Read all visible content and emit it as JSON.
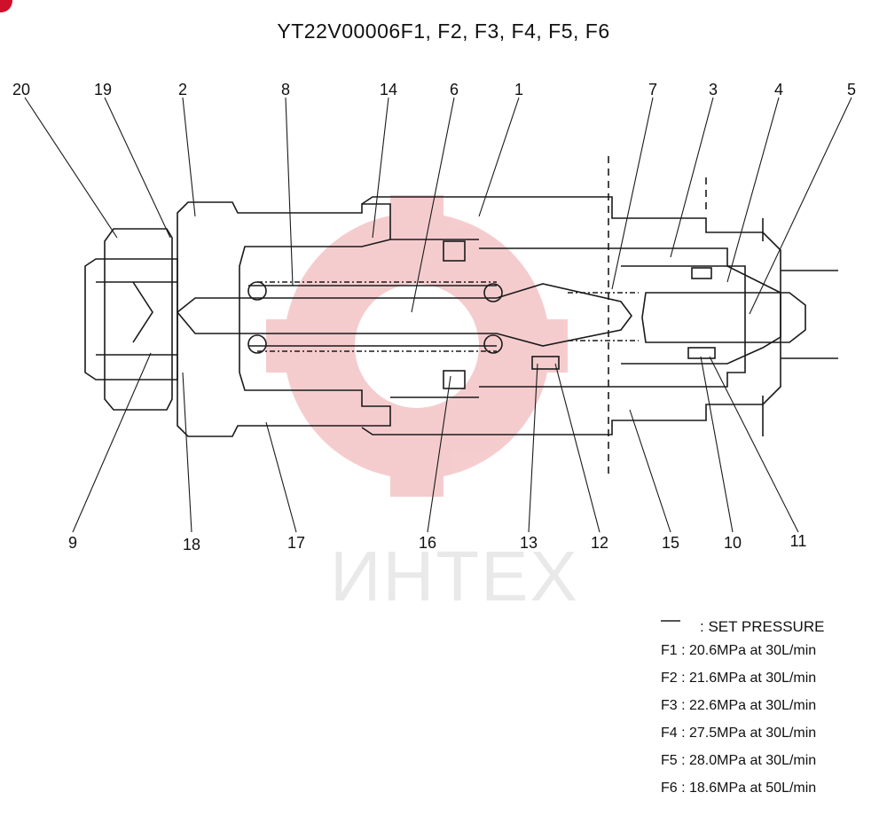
{
  "diagram": {
    "title": "YT22V00006F1, F2, F3, F4, F5, F6",
    "watermark_text": "ИНТЕХ",
    "watermark_color": "#f2b9bc",
    "line_color": "#1a1a1a",
    "callouts_top": [
      "20",
      "19",
      "2",
      "8",
      "14",
      "6",
      "1",
      "7",
      "3",
      "4",
      "5"
    ],
    "callouts_bottom": [
      "9",
      "18",
      "17",
      "16",
      "13",
      "12",
      "15",
      "10",
      "11"
    ],
    "legend": {
      "set_pressure_label": ": SET PRESSURE",
      "specs": [
        "F1 : 20.6MPa  at  30L/min",
        "F2 : 21.6MPa  at  30L/min",
        "F3 : 22.6MPa  at  30L/min",
        "F4 : 27.5MPa  at  30L/min",
        "F5 : 28.0MPa  at  30L/min",
        "F6 : 18.6MPa  at  50L/min"
      ]
    }
  }
}
